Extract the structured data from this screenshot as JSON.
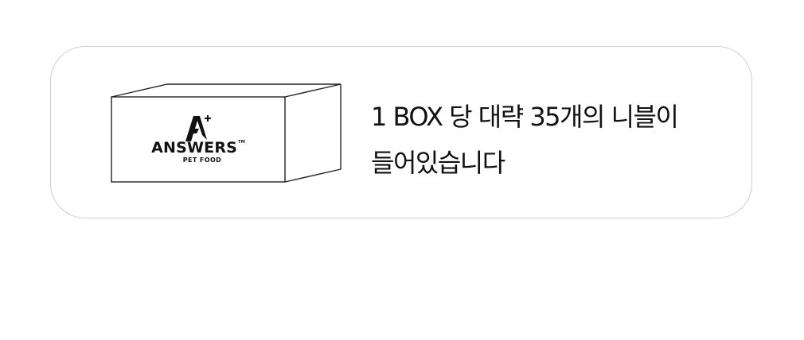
{
  "card": {
    "border_color": "#cfcfcf",
    "product_image": {
      "kind": "box-illustration",
      "brand_name": "ANSWERS",
      "brand_tm": "TM",
      "brand_sub": "PET FOOD",
      "logo_mark": "A+"
    },
    "description": {
      "line1": "1 BOX 당 대략 35개의 니블이",
      "line2": "들어있습니다"
    }
  }
}
